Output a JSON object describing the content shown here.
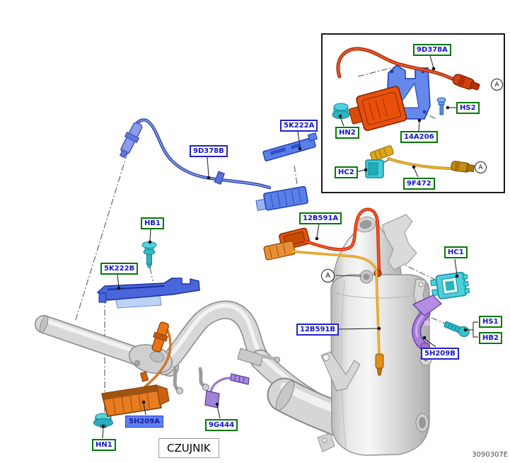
{
  "diagram": {
    "figure_number": "3090307E",
    "caption_box": "CZUJNIK",
    "selected_label": "5H209A",
    "detail_markers": [
      {
        "letter": "A"
      },
      {
        "letter": "A"
      },
      {
        "letter": "A"
      }
    ],
    "labels": [
      {
        "text": "9D378A",
        "style": "green"
      },
      {
        "text": "HN2",
        "style": "green"
      },
      {
        "text": "HS2",
        "style": "green"
      },
      {
        "text": "14A206",
        "style": "green"
      },
      {
        "text": "HC2",
        "style": "green"
      },
      {
        "text": "9F472",
        "style": "green"
      },
      {
        "text": "5K222A",
        "style": "blue"
      },
      {
        "text": "9D378B",
        "style": "blue"
      },
      {
        "text": "HB1",
        "style": "green"
      },
      {
        "text": "5K222B",
        "style": "green"
      },
      {
        "text": "12B591A",
        "style": "green"
      },
      {
        "text": "HC1",
        "style": "green"
      },
      {
        "text": "12B591B",
        "style": "blue"
      },
      {
        "text": "5H209B",
        "style": "blue"
      },
      {
        "text": "HS1",
        "style": "green"
      },
      {
        "text": "HB2",
        "style": "green"
      },
      {
        "text": "5H209A",
        "style": "selected"
      },
      {
        "text": "HN1",
        "style": "green"
      },
      {
        "text": "9G444",
        "style": "green"
      }
    ],
    "colors": {
      "label_text": "#1414CC",
      "label_border_green": "#067806",
      "label_border_blue": "#2222CC",
      "selected_label_bg": "#5F80F2",
      "selected_label_text": "#16209A",
      "harness_red_orange": "#D83808",
      "harness_yellow": "#D89018",
      "part_blue": "#5B7FE8",
      "part_orange": "#E87820",
      "part_purple": "#A888DC",
      "fastener_teal": "#3CC4D0",
      "metal_gray": "#D6D6D6"
    }
  }
}
